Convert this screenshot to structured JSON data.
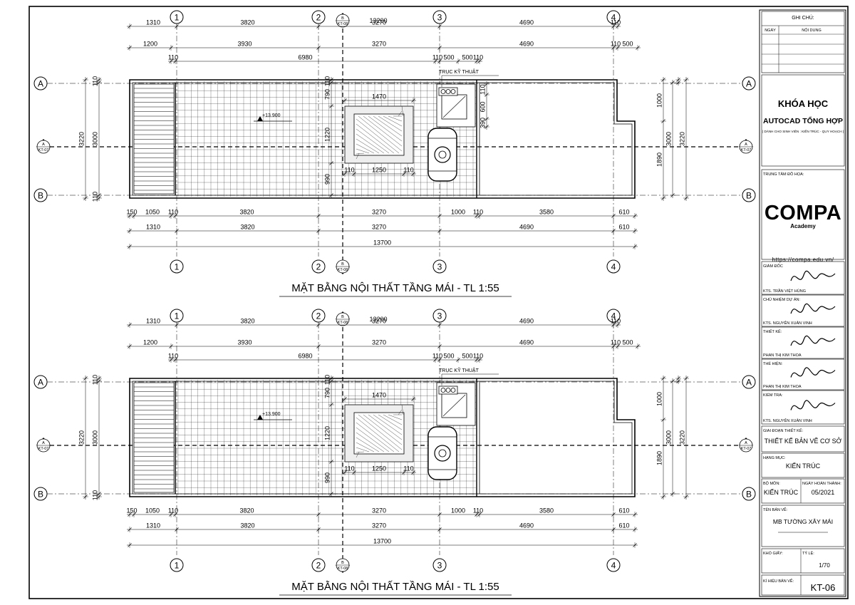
{
  "plans": [
    {
      "title": "MẶT BẰNG NỘI THẤT TẦNG MÁI - TL 1:55",
      "level": "+13.900",
      "duct_label": "TRỤC KỸ THUẬT",
      "show_duct_dims": true
    },
    {
      "title": "MẶT BẰNG NỘI THẤT TẦNG MÁI - TL 1:55",
      "level": "+13.900",
      "duct_label": "TRỤC KỸ THUẬT",
      "show_duct_dims": false
    }
  ],
  "grid": {
    "columns": [
      "1",
      "2",
      "3",
      "4"
    ],
    "rows": [
      "A",
      "B"
    ],
    "section_mark": {
      "letter": "B",
      "sheet": "KT-08"
    },
    "side_mark": {
      "letter": "A",
      "sheet": "KT-07"
    }
  },
  "dims": {
    "top_total": "13200",
    "top_row1": [
      "1310",
      "3820",
      "3270",
      "4690",
      "110"
    ],
    "top_row2": [
      "1200",
      "3930",
      "3270",
      "4690",
      "110",
      "500"
    ],
    "top_row3": [
      "110",
      "6980",
      "110",
      "500",
      "500",
      "110"
    ],
    "bottom_row1": [
      "150",
      "1050",
      "110",
      "3820",
      "3270",
      "1000",
      "110",
      "3580",
      "610"
    ],
    "bottom_row2": [
      "1310",
      "3820",
      "3270",
      "4690",
      "610"
    ],
    "bottom_total": "13700",
    "left_outer": "3220",
    "left_inner": "3000",
    "left_small": [
      "110",
      "110"
    ],
    "right_a": [
      "1000",
      "1890"
    ],
    "right_b": "3000",
    "right_c": "3220",
    "right_small": [
      "110",
      "110"
    ],
    "stair_void": [
      "110",
      "790",
      "1220",
      "990"
    ],
    "void_width": "1470",
    "void_bottom": [
      "110",
      "1250",
      "110"
    ],
    "duct_small": [
      "110",
      "600",
      "390"
    ]
  },
  "title_block": {
    "notes_header": "GHI CHÚ:",
    "notes_cols": [
      "NGÀY",
      "NỘI DUNG"
    ],
    "course_line1": "KHÓA HỌC",
    "course_line2": "AUTOCAD TỔNG HỢP",
    "course_sub": "( DÀNH CHO SINH VIÊN : KIẾN TRÚC - QUY HOẠCH )",
    "center_label": "TRUNG TÂM ĐỒ HỌA:",
    "logo_text": "COMPA",
    "logo_sub": "Academy",
    "url": "https://compa.edu.vn/",
    "roles": [
      {
        "role": "GIÁM ĐỐC",
        "name": "KTS. TRẦN VIỆT HÙNG"
      },
      {
        "role": "CHỦ NHIỆM DỰ ÁN:",
        "name": "KTS. NGUYỄN XUÂN VINH"
      },
      {
        "role": "THIẾT KẾ:",
        "name": "PHAN THỊ KIM THOA"
      },
      {
        "role": "THỂ HIỆN:",
        "name": "PHAN THỊ KIM THOA"
      },
      {
        "role": "KIỂM TRA:",
        "name": "KTS. NGUYỄN XUÂN VINH"
      }
    ],
    "phase_label": "GIAI ĐOẠN THIẾT KẾ:",
    "phase_value": "THIẾT KẾ BẢN VẼ CƠ SỞ",
    "category_label": "HẠNG MỤC:",
    "category_value": "KIẾN TRÚC",
    "dept_label": "BỘ MÔN:",
    "dept_value": "KIẾN TRÚC",
    "date_label": "NGÀY HOÀN THÀNH:",
    "date_value": "05/2021",
    "drawing_label": "TÊN BẢN VẼ:",
    "drawing_value": "MB TƯỜNG XÂY MÁI",
    "paper_label": "KHỔ GIẤY:",
    "scale_label": "TỶ LỆ:",
    "scale_value": "1/70",
    "code_label": "KÍ HIỆU BẢN VẼ:",
    "code_value": "KT-06"
  }
}
